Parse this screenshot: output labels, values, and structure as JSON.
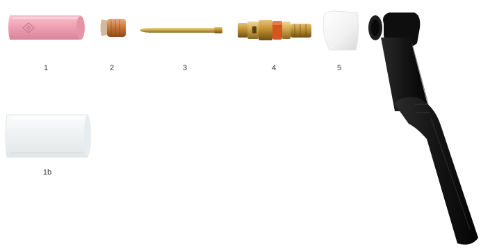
{
  "figure": {
    "labels": {
      "part_1": "1",
      "part_2": "2",
      "part_3": "3",
      "part_4": "4",
      "part_5": "5",
      "part_1b": "1b"
    },
    "colors": {
      "background": "#ffffff",
      "ceramic_nozzle": "#f2a6b6",
      "collet_body": "#c8833e",
      "collet_brass": "#c9a24a",
      "collet_body_brass": "#b98a2a",
      "oring": "#d4561f",
      "insulator": "#f5f5f5",
      "torch_handle": "#1a1a1a",
      "glass_cup": "#eef2f3"
    },
    "icons": {
      "part_1": "pink-ceramic-nozzle",
      "part_2": "copper-gas-lens-collet",
      "part_3": "brass-collet",
      "part_4": "brass-collet-body",
      "part_5": "white-insulator",
      "torch": "black-torch-head-and-handle",
      "part_1b": "clear-glass-cup"
    }
  }
}
